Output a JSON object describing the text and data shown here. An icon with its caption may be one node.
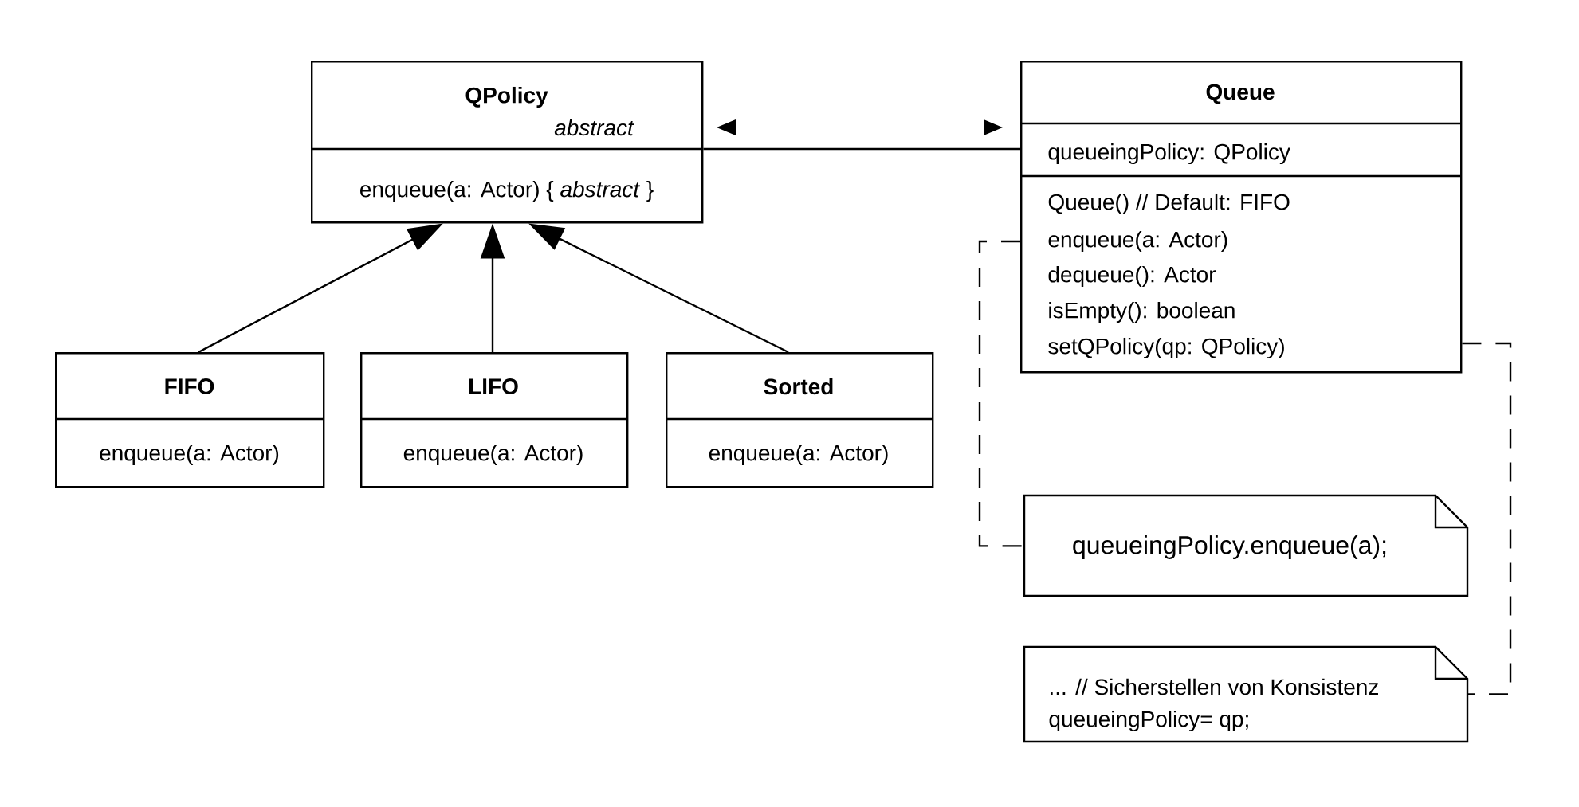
{
  "diagram": {
    "nodes": [
      {
        "text": [
          "QPolicy",
          "abstract",
          "enqueue(a: Actor)  { *abstract* }"
        ]
      },
      {
        "text": [
          "Queue",
          "queueingPolicy: QPolicy",
          "Queue()  // Default: FIFO",
          "enqueue(a: Actor)",
          "dequeue(): Actor",
          "isEmpty(): boolean",
          "setQPolicy(qp: QPolicy)"
        ]
      },
      {
        "text": [
          "FIFO",
          "enqueue(a: Actor)"
        ]
      },
      {
        "text": [
          "LIFO",
          "enqueue(a: Actor)"
        ]
      },
      {
        "text": [
          "Sorted",
          "enqueue(a: Actor)"
        ]
      },
      {
        "text": [
          "queueingPolicy.enqueue(a);"
        ]
      },
      {
        "text": [
          "... // Sicherstellen von Konsistenz",
          "queueingPolicy= qp;"
        ]
      }
    ],
    "edges": [
      {
        "from": 2,
        "to": 0,
        "arrow": "to"
      },
      {
        "from": 3,
        "to": 0,
        "arrow": "to"
      },
      {
        "from": 4,
        "to": 0,
        "arrow": "to"
      },
      {
        "from": 1,
        "to": 0,
        "arrow": "none"
      },
      {
        "from": 1,
        "to": 5,
        "arrow": "none",
        "style": "dashed"
      },
      {
        "from": 1,
        "to": 6,
        "arrow": "none",
        "style": "dashed"
      }
    ]
  }
}
